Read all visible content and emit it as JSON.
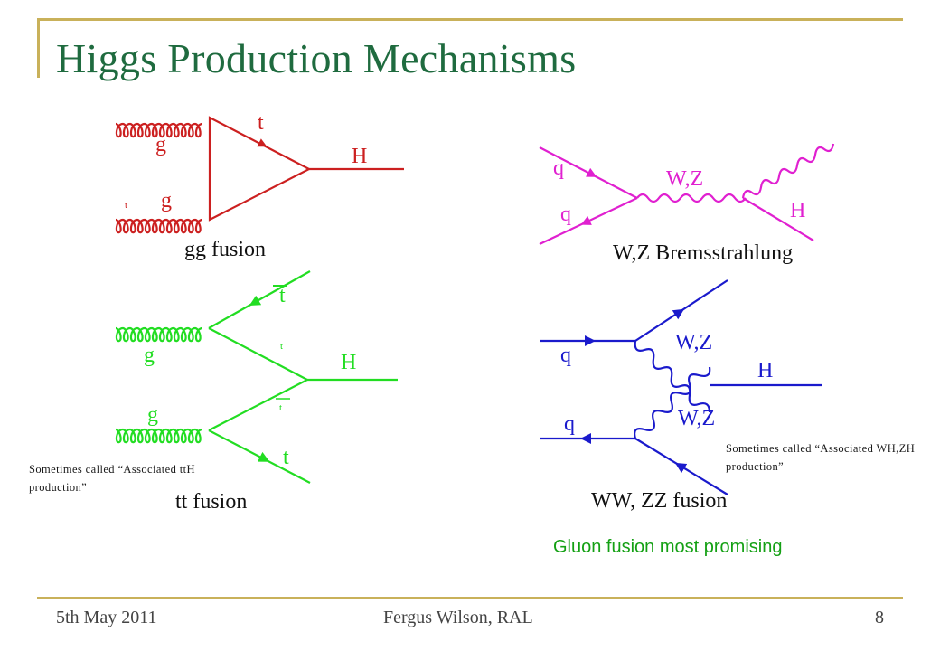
{
  "slide": {
    "title": "Higgs Production Mechanisms",
    "callout": "Gluon fusion most promising",
    "footer": {
      "date": "5th May 2011",
      "author": "Fergus Wilson, RAL",
      "page": "8"
    }
  },
  "colors": {
    "title": "#1f6b3f",
    "frame": "#c9b15a",
    "gg_fusion": "#cc2020",
    "tt_fusion": "#22dd22",
    "bremsstrahlung": "#e020d0",
    "vv_fusion": "#1a1acc",
    "callout": "#14a014"
  },
  "diagrams": {
    "gg_fusion": {
      "caption": "gg fusion",
      "gluon_top": "g",
      "gluon_bottom": "g",
      "loop_quark": "t",
      "loop_quark_small": "t",
      "higgs": "H"
    },
    "tt_fusion": {
      "caption": "tt fusion",
      "gluon_top": "g",
      "gluon_bottom": "g",
      "tbar_top": "t",
      "t_bottom": "t",
      "t_small": "t",
      "tbar_small": "t",
      "higgs": "H",
      "note": "Sometimes called “Associated ttH production”"
    },
    "wz_bremsstrahlung": {
      "caption": "W,Z Bremsstrahlung",
      "quark_top": "q",
      "quark_bottom": "q",
      "boson": "W,Z",
      "higgs": "H"
    },
    "ww_zz_fusion": {
      "caption": "WW, ZZ fusion",
      "quark_top": "q",
      "quark_bottom": "q",
      "boson_top": "W,Z",
      "boson_bottom": "W,Z",
      "higgs": "H",
      "note": "Sometimes called “Associated WH,ZH production”"
    }
  }
}
